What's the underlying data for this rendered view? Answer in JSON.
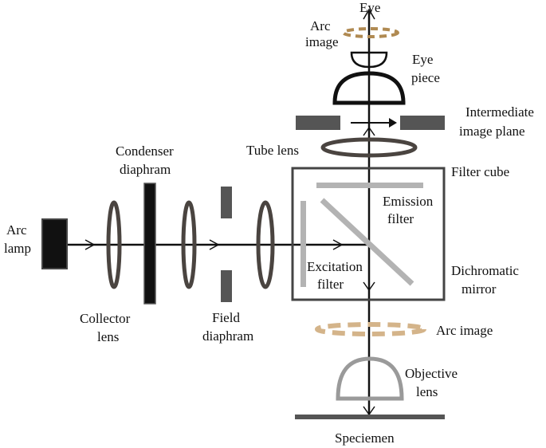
{
  "labels": {
    "eye": "Eye",
    "arc_image_top_1": "Arc",
    "arc_image_top_2": "image",
    "eyepiece_1": "Eye",
    "eyepiece_2": "piece",
    "intermediate_1": "Intermediate",
    "intermediate_2": "image plane",
    "tube_lens": "Tube lens",
    "condenser_1": "Condenser",
    "condenser_2": "diaphram",
    "filter_cube": "Filter cube",
    "emission_1": "Emission",
    "emission_2": "filter",
    "arc_lamp_1": "Arc",
    "arc_lamp_2": "lamp",
    "excitation_1": "Excitation",
    "excitation_2": "filter",
    "dichromatic_1": "Dichromatic",
    "dichromatic_2": "mirror",
    "collector_1": "Collector",
    "collector_2": "lens",
    "field_1": "Field",
    "field_2": "diaphram",
    "arc_image_mid": "Arc image",
    "objective_1": "Objective",
    "objective_2": "lens",
    "specimen": "Speciemen"
  },
  "colors": {
    "line": "#111111",
    "lens_fill": "#4a4440",
    "block": "#555555",
    "filter": "#b3b3b3",
    "arc_image": "#d4b48a",
    "arc_image_top": "#b08a52",
    "objective": "#9a9a9a"
  }
}
